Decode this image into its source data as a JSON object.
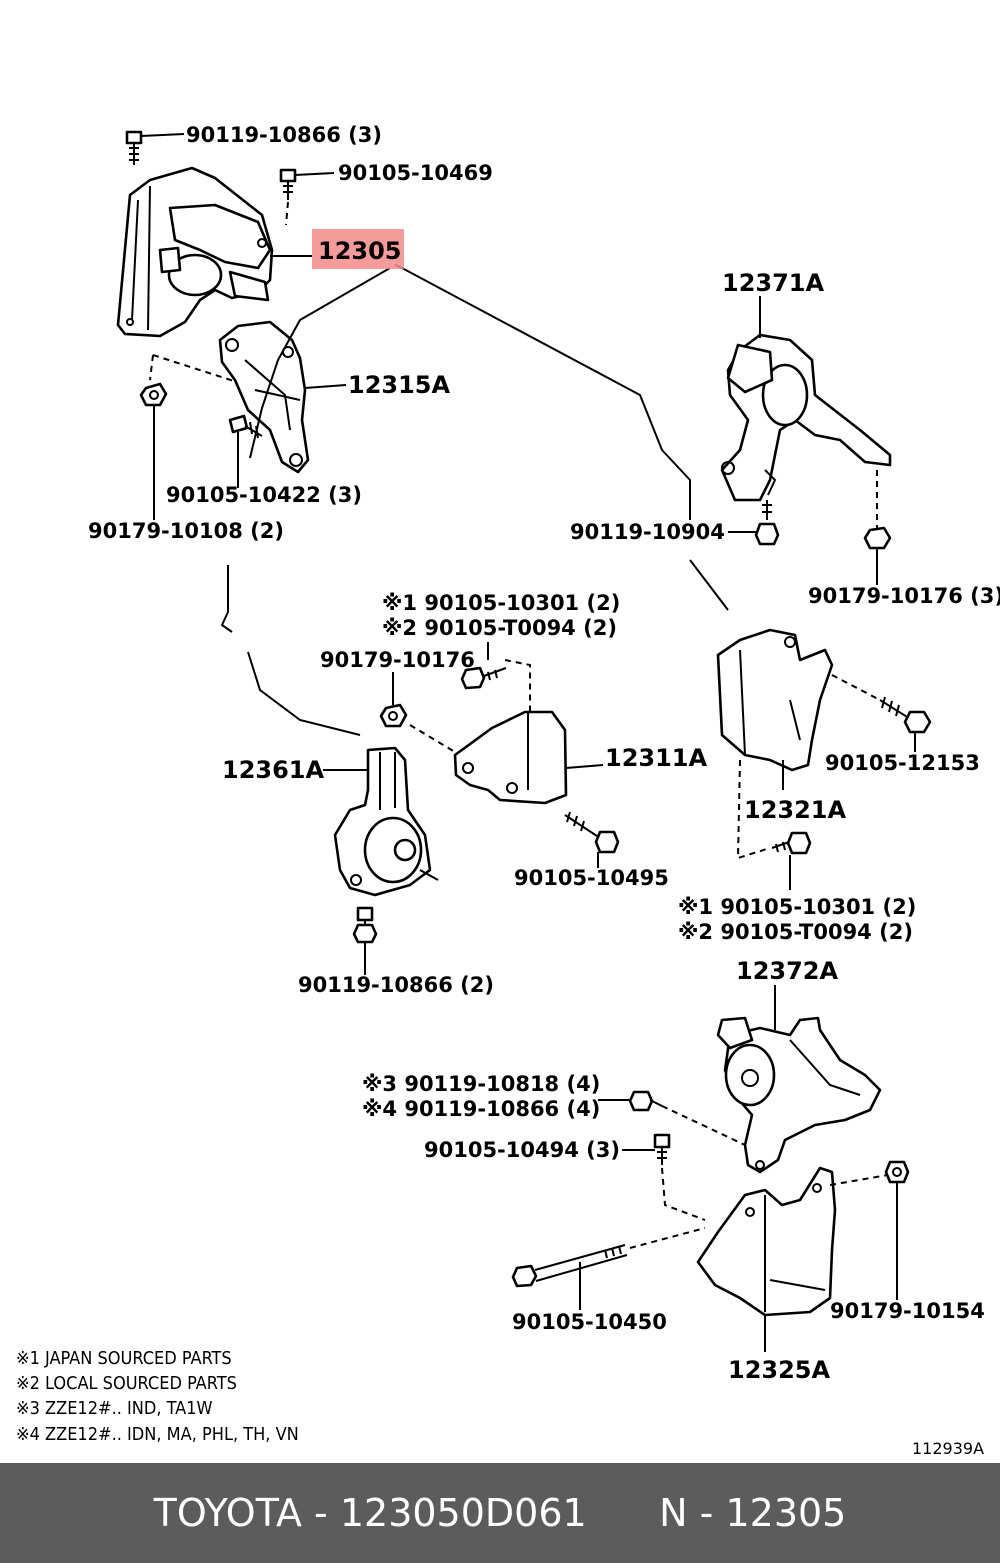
{
  "diagram": {
    "labels": {
      "l_90119_10866_3": "90119-10866 (3)",
      "l_90105_10469": "90105-10469",
      "l_12305": "12305",
      "l_12315A": "12315A",
      "l_90105_10422": "90105-10422 (3)",
      "l_90179_10108": "90179-10108 (2)",
      "l_12371A": "12371A",
      "l_90119_10904": "90119-10904",
      "l_90179_10176_3": "90179-10176 (3)",
      "l_n1_90105_10301": "※1 90105-10301 (2)",
      "l_n2_90105_T0094": "※2 90105-T0094 (2)",
      "l_90179_10176": "90179-10176",
      "l_12361A": "12361A",
      "l_12311A": "12311A",
      "l_90105_10495": "90105-10495",
      "l_90119_10866_2": "90119-10866 (2)",
      "l_90105_12153": "90105-12153",
      "l_12321A": "12321A",
      "l_n1b_90105_10301": "※1 90105-10301 (2)",
      "l_n2b_90105_T0094": "※2 90105-T0094 (2)",
      "l_12372A": "12372A",
      "l_n3_90119_10818": "※3 90119-10818 (4)",
      "l_n4_90119_10866": "※4 90119-10866 (4)",
      "l_90105_10494": "90105-10494 (3)",
      "l_90105_10450": "90105-10450",
      "l_90179_10154": "90179-10154",
      "l_12325A": "12325A"
    },
    "notes": [
      "※1  JAPAN  SOURCED  PARTS",
      "※2  LOCAL  SOURCED  PARTS",
      "※3  ZZE12#.. IND, TA1W",
      "※4  ZZE12#.. IDN, MA, PHL, TH, VN"
    ],
    "diagram_ref": "112939A",
    "highlight_color": "#f28b8b"
  },
  "footer": {
    "text": "TOYOTA - 123050D061      N - 12305"
  }
}
